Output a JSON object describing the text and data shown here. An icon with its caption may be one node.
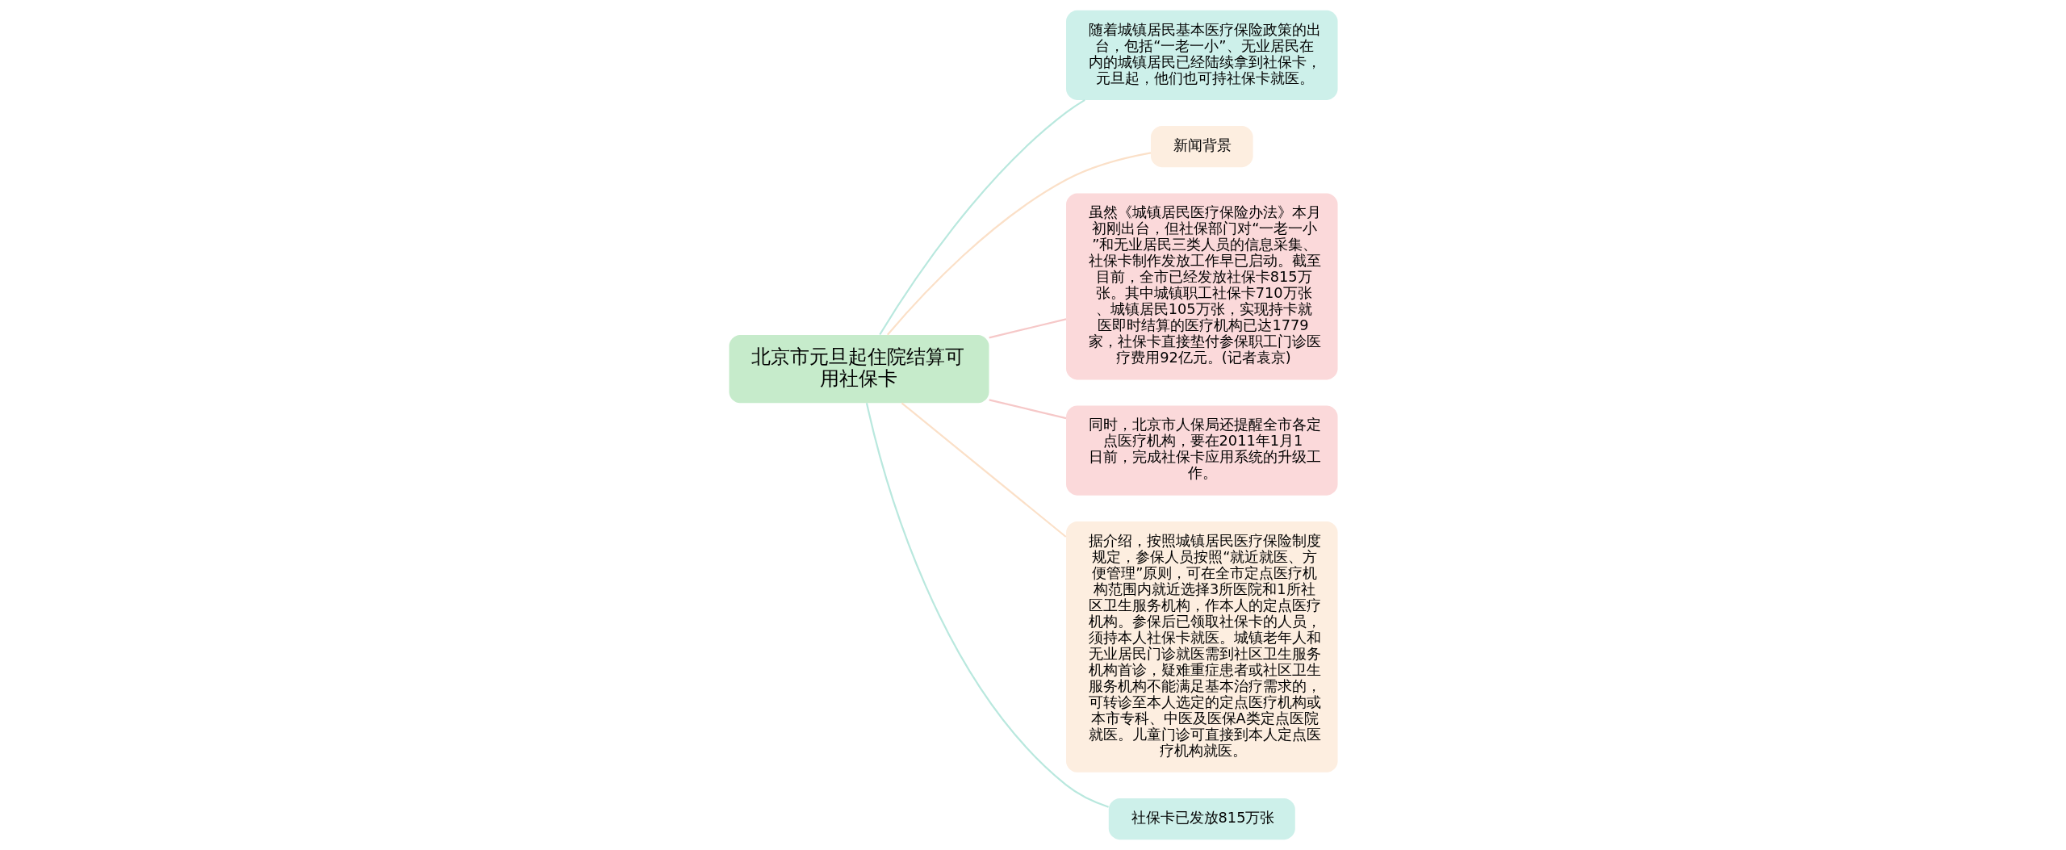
{
  "diagram": {
    "nodes": [
      {
        "text": [
          "北京市元旦起住院结算可用社保卡"
        ]
      },
      {
        "text": [
          "随着城镇居民基本医疗保险政策的出台，包括“一老一小”、无业居民在内的城镇居民已经陆续拿到社保卡，元旦起，他们也可持社保卡就医。"
        ]
      },
      {
        "text": [
          "新闻背景"
        ]
      },
      {
        "text": [
          "虽然《城镇居民医疗保险办法》本月初刚出台，但社保部门对“一老一小”和无业居民三类人员的信息采集、社保卡制作发放工作早已启动。截至目前，全市已经发放社保卡815万张。其中城镇职工社保卡710万张、城镇居民105万张，实现持卡就医即时结算的医疗机构已达1779家，社保卡直接垫付参保职工门诊医疗费用92亿元。(记者袁京)"
        ]
      },
      {
        "text": [
          "同时，北京市人保局还提醒全市各定点医疗机构，要在2011年1月1日前，完成社保卡应用系统的升级工作。"
        ]
      },
      {
        "text": [
          "据介绍，按照城镇居民医疗保险制度规定，参保人员按照“就近就医、方便管理”原则，可在全市定点医疗机构范围内就近选择3所医院和1所社区卫生服务机构，作本人的定点医疗机构。参保后已领取社保卡的人员，须持本人社保卡就医。城镇老年人和无业居民门诊就医需到社区卫生服务机构首诊，疑难重症患者或社区卫生服务机构不能满足基本治疗需求的，可转诊至本人选定的定点医疗机构或本市专科、中医及医保A类定点医院就医。儿童门诊可直接到本人定点医疗机构就医。"
        ]
      },
      {
        "text": [
          "社保卡已发放815万张"
        ]
      }
    ],
    "edges": [
      {
        "from": 0,
        "to": 1,
        "arrow": "none",
        "color": "#b9e8de"
      },
      {
        "from": 0,
        "to": 2,
        "arrow": "none",
        "color": "#fbe0c8"
      },
      {
        "from": 0,
        "to": 3,
        "arrow": "none",
        "color": "#f6c8c8"
      },
      {
        "from": 0,
        "to": 4,
        "arrow": "none",
        "color": "#f6c8c8"
      },
      {
        "from": 0,
        "to": 5,
        "arrow": "none",
        "color": "#fbe0c8"
      },
      {
        "from": 0,
        "to": 6,
        "arrow": "none",
        "color": "#b9e8de"
      }
    ]
  }
}
